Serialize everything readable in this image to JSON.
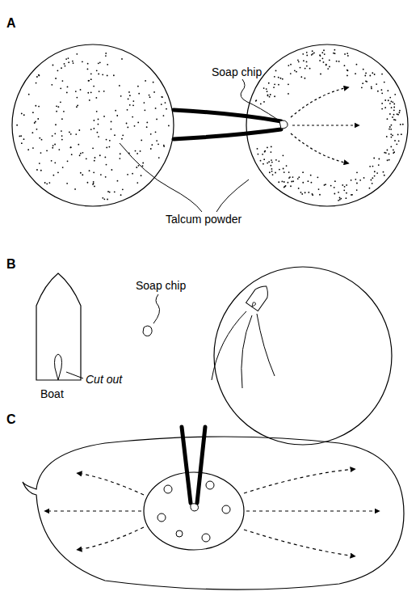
{
  "diagram": {
    "labels": [
      "A",
      "Soap chip",
      "Talcum powder",
      "B",
      "Soap chip",
      "Boat",
      "Cut out",
      "C"
    ]
  }
}
